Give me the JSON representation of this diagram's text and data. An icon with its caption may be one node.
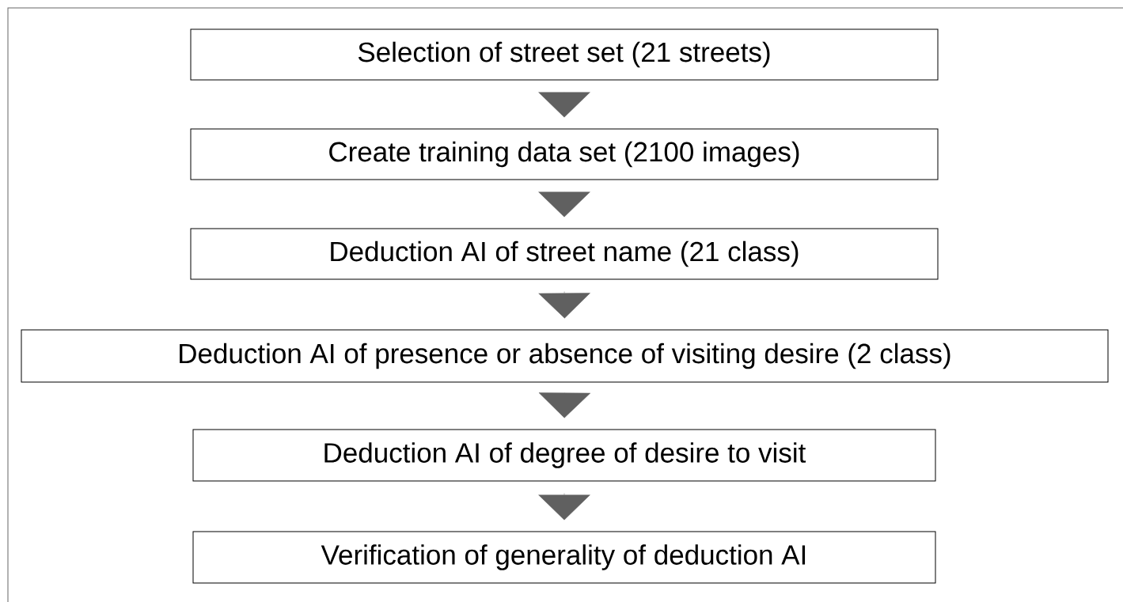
{
  "diagram": {
    "nodes": [
      {
        "text": [
          "Selection of street set (21 streets)"
        ]
      },
      {
        "text": [
          "Create training data set (2100 images)"
        ]
      },
      {
        "text": [
          "Deduction AI of street name (21 class)"
        ]
      },
      {
        "text": [
          "Deduction AI of presence or absence of visiting desire (2 class)"
        ]
      },
      {
        "text": [
          "Deduction AI of degree of desire to visit"
        ]
      },
      {
        "text": [
          "Verification of generality of deduction AI"
        ]
      }
    ],
    "edges": [
      {
        "from": 0,
        "to": 1,
        "arrow": "to"
      },
      {
        "from": 1,
        "to": 2,
        "arrow": "to"
      },
      {
        "from": 2,
        "to": 3,
        "arrow": "to"
      },
      {
        "from": 3,
        "to": 4,
        "arrow": "to"
      },
      {
        "from": 4,
        "to": 5,
        "arrow": "to"
      }
    ]
  }
}
